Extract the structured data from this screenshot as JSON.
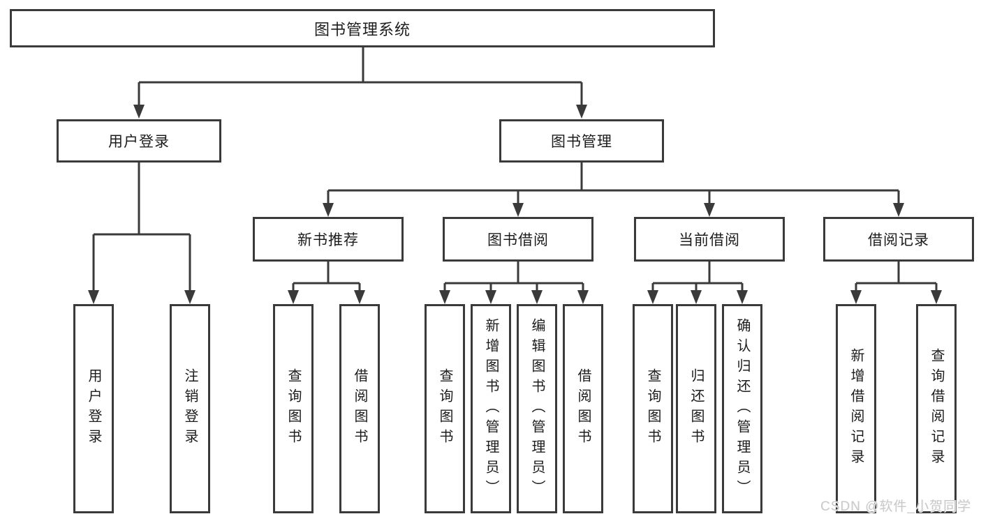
{
  "tree": {
    "root": {
      "label": "图书管理系统"
    },
    "branches": [
      {
        "label": "用户登录",
        "children": [
          "用户登录",
          "注销登录"
        ]
      },
      {
        "label": "图书管理",
        "children": [
          {
            "label": "新书推荐",
            "children": [
              "查询图书",
              "借阅图书"
            ]
          },
          {
            "label": "图书借阅",
            "children": [
              "查询图书",
              "新增图书（管理员）",
              "编辑图书（管理员）",
              "借阅图书"
            ]
          },
          {
            "label": "当前借阅",
            "children": [
              "查询图书",
              "归还图书",
              "确认归还（管理员）"
            ]
          },
          {
            "label": "借阅记录",
            "children": [
              "新增借阅记录",
              "查询借阅记录"
            ]
          }
        ]
      }
    ]
  },
  "watermark": "CSDN @软件_小贺同学",
  "colors": {
    "line": "#3a3a3a",
    "text": "#1c1c1c",
    "background": "#ffffff",
    "watermark": "#c9c9c9"
  }
}
